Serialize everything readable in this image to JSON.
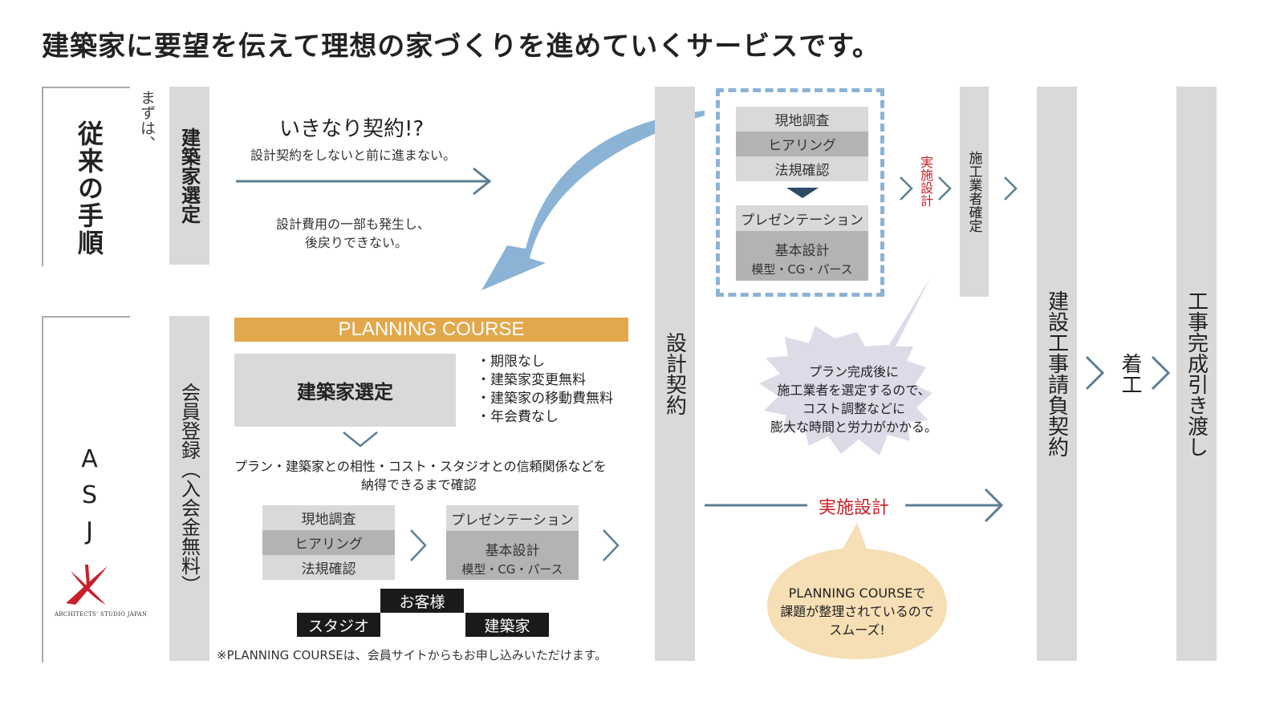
{
  "headline": "建築家に要望を伝えて理想の家づくりを進めていくサービスです。",
  "traditional": {
    "label": "従来の手順",
    "first": "まずは、",
    "select": "建築家選定",
    "surprise_title": "いきなり契約!?",
    "surprise_sub": "設計契約をしないと前に進まない。",
    "cost_line1": "設計費用の一部も発生し、",
    "cost_line2": "後戻りできない。",
    "box_items": [
      "現地調査",
      "ヒアリング",
      "法規確認"
    ],
    "pres_title": "プレゼンテーション",
    "pres_body1": "基本設計",
    "pres_body2": "模型・CG・パース",
    "impl": "実施設計",
    "contractor": "施工業者確定",
    "burst_line1": "プラン完成後に",
    "burst_line2": "施工業者を選定するので、",
    "burst_line3": "コスト調整などに",
    "burst_line4": "膨大な時間と労力がかかる。"
  },
  "asj": {
    "label": "ASJ",
    "member": "会員登録（入会金無料）",
    "course_title": "PLANNING COURSE",
    "select": "建築家選定",
    "bullets": [
      "・期限なし",
      "・建築家変更無料",
      "・建築家の移動費無料",
      "・年会費なし"
    ],
    "fit_line1": "プラン・建築家との相性・コスト・スタジオとの信頼関係などを",
    "fit_line2": "納得できるまで確認",
    "box_items": [
      "現地調査",
      "ヒアリング",
      "法規確認"
    ],
    "pres_title": "プレゼンテーション",
    "pres_body1": "基本設計",
    "pres_body2": "模型・CG・パース",
    "customer": "お客様",
    "studio": "スタジオ",
    "architect": "建築家",
    "note": "※PLANNING COURSEは、会員サイトからもお申し込みいただけます。",
    "impl": "実施設計",
    "bubble_line1": "PLANNING COURSEで",
    "bubble_line2": "課題が整理されているので",
    "bubble_line3": "スムーズ!",
    "logo_text": "ARCHITECTS' STUDIO JAPAN"
  },
  "columns": {
    "design_contract": "設計契約",
    "construction_contract": "建設工事請負契約",
    "start": "着工",
    "completion": "工事完成引き渡し"
  },
  "colors": {
    "accent_gold": "#e2a84b",
    "accent_red": "#c8202a",
    "arrow_blue": "#5b7f95",
    "big_arrow": "#8bb3d6",
    "dotted_blue": "#8bb3d6",
    "burst": "#dcdbe8",
    "bubble": "#f6dfb5"
  }
}
